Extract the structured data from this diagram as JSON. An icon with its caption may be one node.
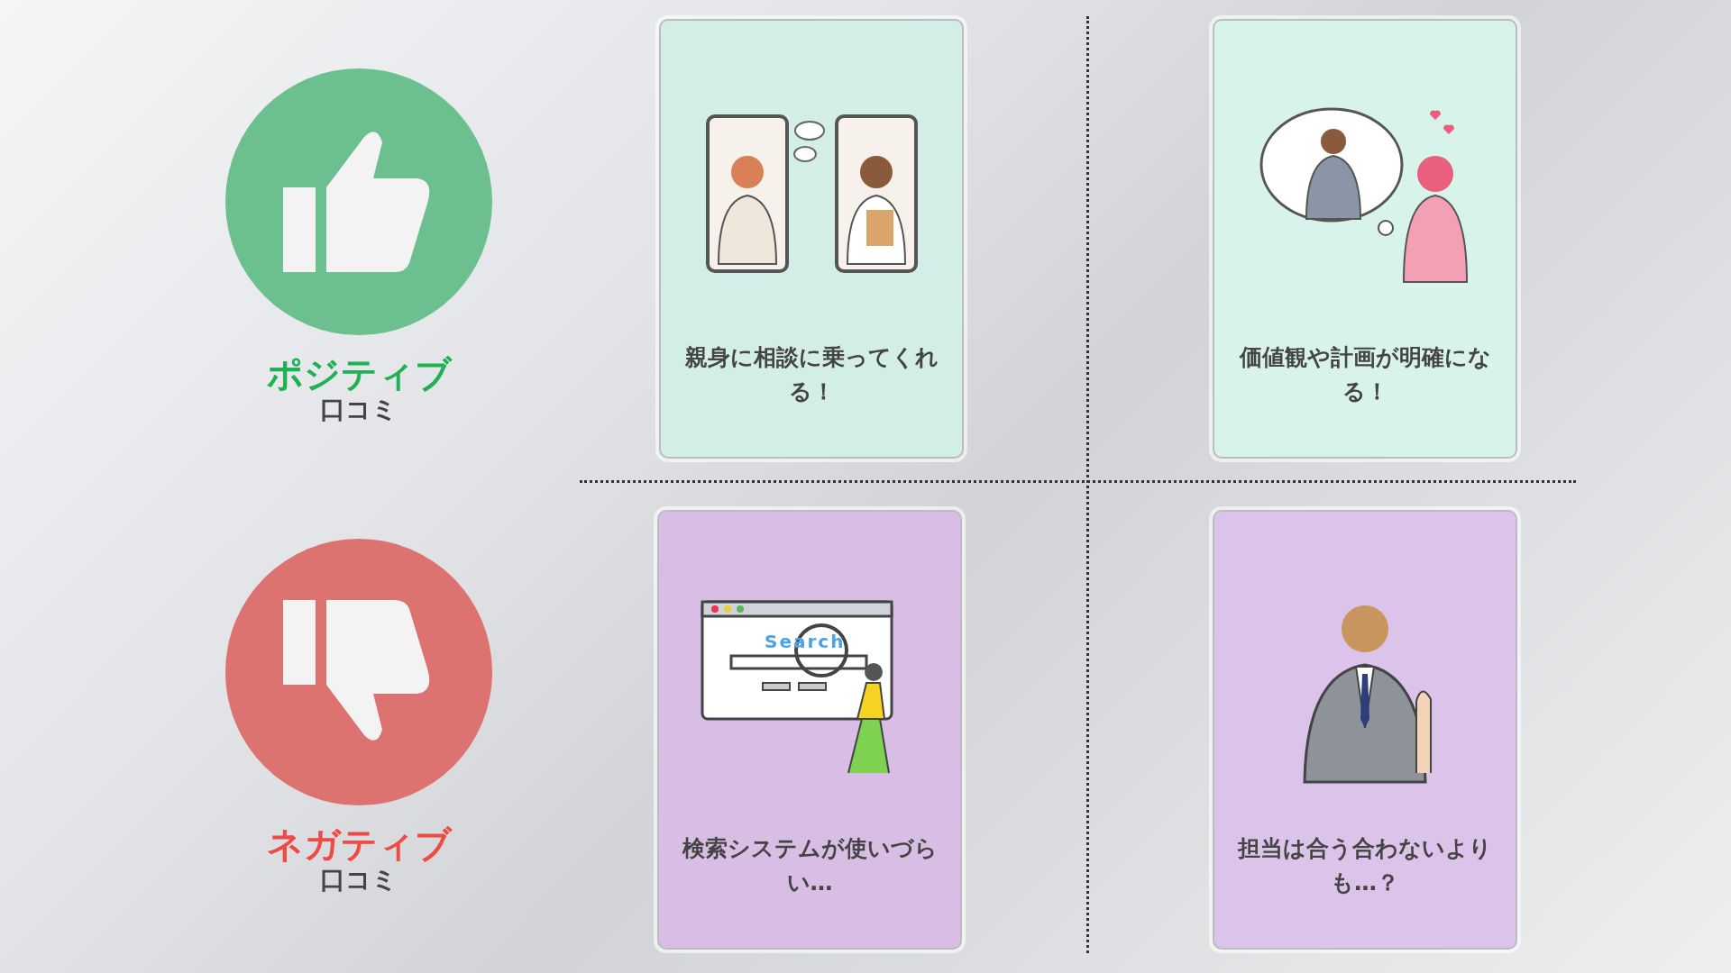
{
  "diagram": {
    "nodes": [
      {
        "text": [
          "ポジティブ",
          "口コミ"
        ]
      },
      {
        "text": [
          "親身に相談に乗ってくれる！"
        ]
      },
      {
        "text": [
          "価値観や計画が明確になる！"
        ]
      },
      {
        "text": [
          "ネガティブ",
          "口コミ"
        ]
      },
      {
        "text": [
          "検索システムが使いづらい…"
        ]
      },
      {
        "text": [
          "担当は合う合わないよりも…？"
        ]
      }
    ],
    "edges": [],
    "labels": [
      "Search"
    ]
  }
}
